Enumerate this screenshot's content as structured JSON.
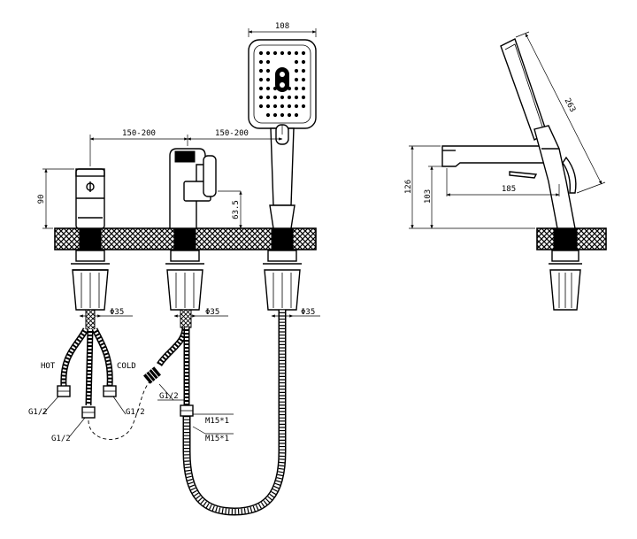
{
  "dimensions": {
    "head_width": "108",
    "spacing_left": "150-200",
    "spacing_right": "150-200",
    "mixer_height": "90",
    "spout_valve_height": "63.5",
    "side_total_height": "126",
    "side_spout_height": "103",
    "side_spout_reach": "185",
    "side_handshower_length": "263"
  },
  "hole_diameters": {
    "left": "Φ35",
    "middle": "Φ35",
    "right": "Φ35"
  },
  "connections": {
    "hot_label": "HOT",
    "cold_label": "COLD",
    "hot_thread": "G1/2",
    "cold_thread": "G1/2",
    "outlet_thread": "G1/2",
    "middle_thread": "G1/2",
    "hose_thread_upper": "M15*1",
    "hose_thread_lower": "M15*1"
  }
}
